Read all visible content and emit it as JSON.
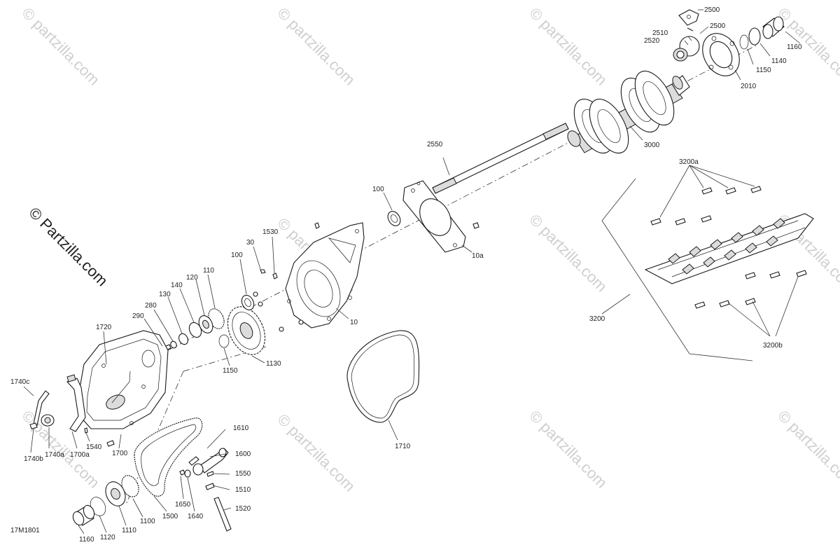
{
  "watermark_text": "© partzilla.com",
  "side_brand": "© Partzilla.com",
  "diagram_code": "17M1801",
  "callouts": [
    {
      "id": "2500a",
      "text": "2500"
    },
    {
      "id": "2510",
      "text": "2510"
    },
    {
      "id": "2520",
      "text": "2520"
    },
    {
      "id": "2500b",
      "text": "2500"
    },
    {
      "id": "1160a",
      "text": "1160"
    },
    {
      "id": "1140a",
      "text": "1140"
    },
    {
      "id": "1150a",
      "text": "1150"
    },
    {
      "id": "2010",
      "text": "2010"
    },
    {
      "id": "3000",
      "text": "3000"
    },
    {
      "id": "2550",
      "text": "2550"
    },
    {
      "id": "3200a",
      "text": "3200a"
    },
    {
      "id": "100a",
      "text": "100"
    },
    {
      "id": "10a",
      "text": "10a"
    },
    {
      "id": "1530",
      "text": "1530"
    },
    {
      "id": "30",
      "text": "30"
    },
    {
      "id": "100b",
      "text": "100"
    },
    {
      "id": "110a",
      "text": "110"
    },
    {
      "id": "120",
      "text": "120"
    },
    {
      "id": "140",
      "text": "140"
    },
    {
      "id": "130",
      "text": "130"
    },
    {
      "id": "280",
      "text": "280"
    },
    {
      "id": "290",
      "text": "290"
    },
    {
      "id": "10",
      "text": "10"
    },
    {
      "id": "1150b",
      "text": "1150"
    },
    {
      "id": "1130",
      "text": "1130"
    },
    {
      "id": "3200",
      "text": "3200"
    },
    {
      "id": "3200b",
      "text": "3200b"
    },
    {
      "id": "1720",
      "text": "1720"
    },
    {
      "id": "1740c",
      "text": "1740c"
    },
    {
      "id": "1740b",
      "text": "1740b"
    },
    {
      "id": "1740a",
      "text": "1740a"
    },
    {
      "id": "1700a",
      "text": "1700a"
    },
    {
      "id": "1540",
      "text": "1540"
    },
    {
      "id": "1700",
      "text": "1700"
    },
    {
      "id": "1710",
      "text": "1710"
    },
    {
      "id": "1610",
      "text": "1610"
    },
    {
      "id": "1600",
      "text": "1600"
    },
    {
      "id": "1550",
      "text": "1550"
    },
    {
      "id": "1510",
      "text": "1510"
    },
    {
      "id": "1520",
      "text": "1520"
    },
    {
      "id": "1650",
      "text": "1650"
    },
    {
      "id": "1640",
      "text": "1640"
    },
    {
      "id": "1500",
      "text": "1500"
    },
    {
      "id": "1100",
      "text": "1100"
    },
    {
      "id": "1110",
      "text": "1110"
    },
    {
      "id": "1120",
      "text": "1120"
    },
    {
      "id": "1160b",
      "text": "1160"
    }
  ]
}
